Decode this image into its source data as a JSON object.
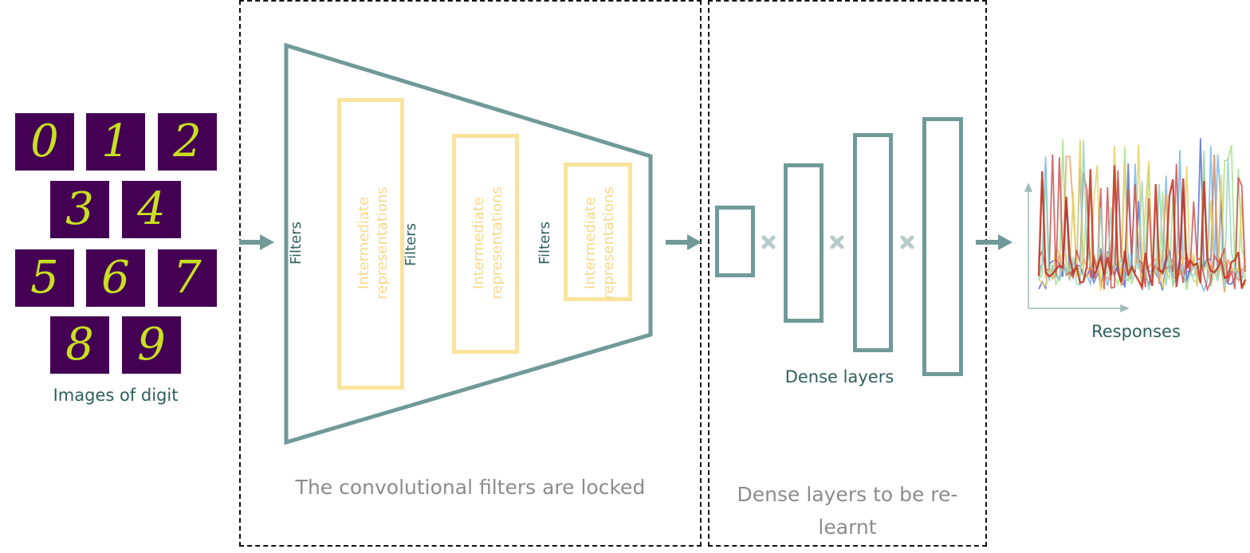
{
  "digits": [
    "0",
    "1",
    "2",
    "3",
    "4",
    "5",
    "6",
    "7",
    "8",
    "9"
  ],
  "labels": {
    "images_of_digit": "Images of digit",
    "filters": "Filters",
    "intermediate": "Intermediate",
    "representations": "representations",
    "dense_layers": "Dense layers",
    "responses": "Responses",
    "conv_locked": "The convolutional filters are locked",
    "dense_relearn_line1": "Dense layers to be re-",
    "dense_relearn_line2": "learnt"
  },
  "colors": {
    "teal": "#709a98",
    "dark_teal": "#2e5f5c",
    "yellow": "#fbe39c",
    "digit_bg": "#440154",
    "digit_fg": "#c8e020",
    "gray_text": "#8c8c8c"
  },
  "icons": [
    "arrow-right-icon",
    "multiply-icon",
    "axes-icon"
  ]
}
